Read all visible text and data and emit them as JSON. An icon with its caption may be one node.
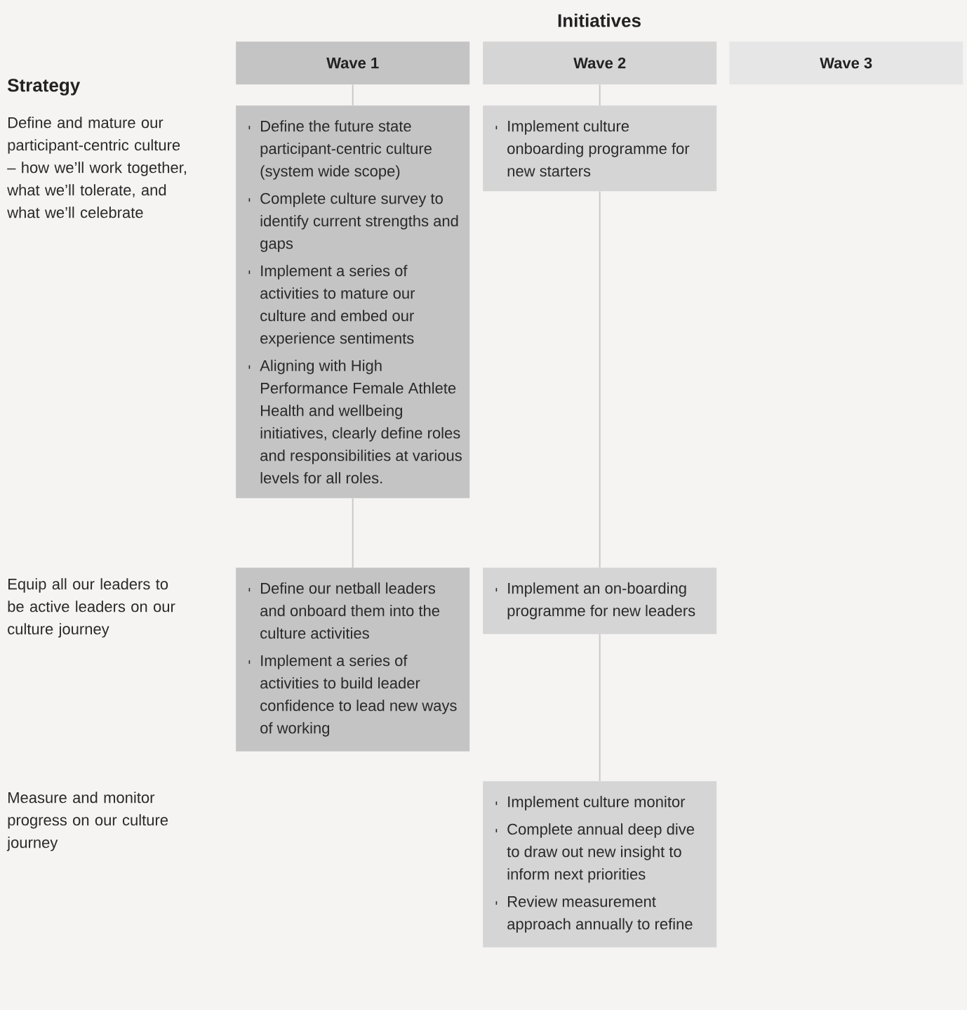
{
  "diagram": {
    "title": "Initiatives",
    "nodes": [
      {
        "text": [
          "Wave 1"
        ]
      },
      {
        "text": [
          "Wave 2"
        ]
      },
      {
        "text": [
          "Wave 3"
        ]
      },
      {
        "text": [
          "Define the future state participant-centric culture (system wide scope)",
          "Complete culture survey to identify current strengths and gaps",
          "Implement a series of activities to mature our culture and embed our experience sentiments",
          "Aligning with High Performance Female Athlete Health and wellbeing initiatives, clearly define roles and responsibilities at various levels for all roles."
        ]
      },
      {
        "text": [
          "Implement culture onboarding programme for new starters"
        ]
      },
      {
        "text": [
          "Define our netball leaders and onboard them into the culture activities",
          "Implement a series of activities to build leader confidence to lead new ways of working"
        ]
      },
      {
        "text": [
          "Implement an on-boarding programme for new leaders"
        ]
      },
      {
        "text": [
          "Implement culture monitor",
          "Complete annual deep dive to draw out new insight to inform next priorities",
          "Review measurement approach annually to refine"
        ]
      }
    ],
    "edges": [
      {
        "from": 0,
        "to": 3,
        "arrow": "none"
      },
      {
        "from": 3,
        "to": 5,
        "arrow": "none"
      },
      {
        "from": 1,
        "to": 4,
        "arrow": "none"
      },
      {
        "from": 4,
        "to": 6,
        "arrow": "none"
      },
      {
        "from": 6,
        "to": 7,
        "arrow": "none"
      }
    ],
    "labels": [
      "Strategy",
      "Define and mature our participant-centric culture – how we’ll work together, what we’ll tolerate, and what we’ll celebrate",
      "Equip all our leaders to be active leaders on our culture journey",
      "Measure and monitor progress on our culture journey"
    ]
  }
}
